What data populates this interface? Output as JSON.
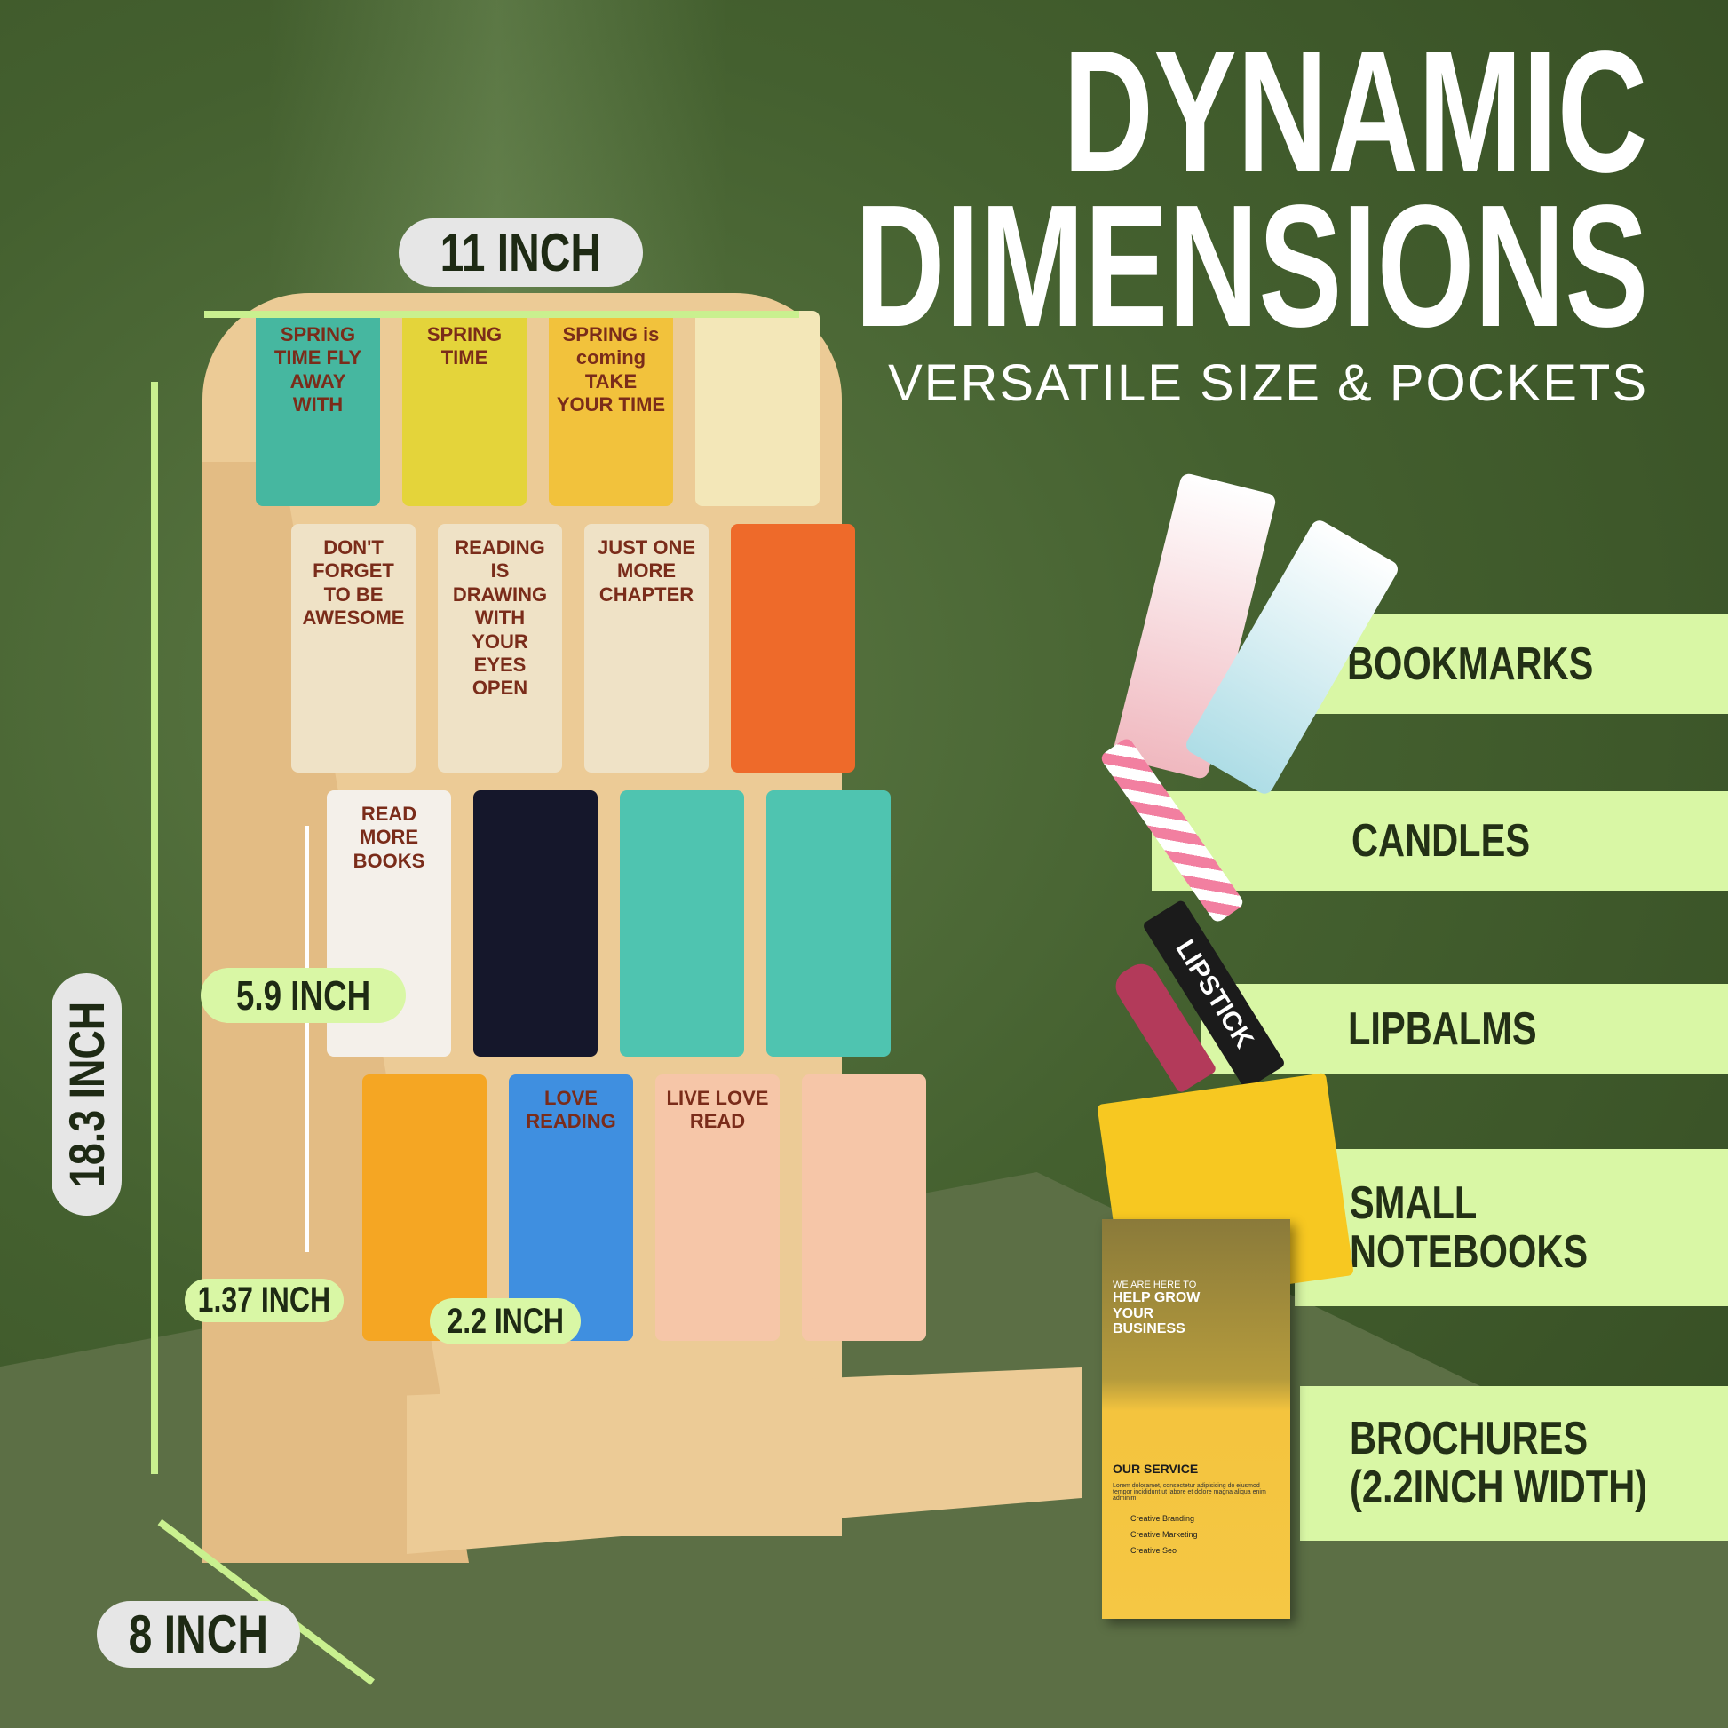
{
  "headline": {
    "line1": "DYNAMIC",
    "line2": "DIMENSIONS",
    "subtitle": "VERSATILE SIZE & POCKETS"
  },
  "dimensions": {
    "width": "11 INCH",
    "height": "18.3 INCH",
    "pocket_height": "5.9 INCH",
    "pocket_depth": "1.37 INCH",
    "pocket_width": "2.2 INCH",
    "depth": "8 INCH"
  },
  "uses": [
    {
      "label": "BOOKMARKS"
    },
    {
      "label": "CANDLES"
    },
    {
      "label": "LIPBALMS"
    },
    {
      "label": "SMALL NOTEBOOKS"
    },
    {
      "label": "BROCHURES (2.2INCH WIDTH)"
    }
  ],
  "lipstick_label": "LIPSTICK",
  "bookmarks": [
    {
      "text": "SPRING TIME FLY AWAY WITH",
      "color": "#46b7a0"
    },
    {
      "text": "SPRING TIME",
      "color": "#e4d43a"
    },
    {
      "text": "SPRING is coming TAKE YOUR TIME",
      "color": "#f2c23c"
    },
    {
      "text": "",
      "color": "#f3e7b8"
    },
    {
      "text": "DON'T FORGET TO BE AWESOME",
      "color": "#efe2c6"
    },
    {
      "text": "READING IS DRAWING WITH YOUR EYES OPEN",
      "color": "#efe2c6"
    },
    {
      "text": "JUST ONE MORE CHAPTER",
      "color": "#efe2c6"
    },
    {
      "text": "",
      "color": "#ee6a2a"
    },
    {
      "text": "READ MORE BOOKS",
      "color": "#f4f0ea"
    },
    {
      "text": "",
      "color": "#15172b"
    },
    {
      "text": "",
      "color": "#4fc4b0"
    },
    {
      "text": "",
      "color": "#4fc4b0"
    },
    {
      "text": "",
      "color": "#f5a623"
    },
    {
      "text": "LOVE READING",
      "color": "#3f8fe0"
    },
    {
      "text": "LIVE LOVE READ",
      "color": "#f6c6a8"
    },
    {
      "text": "",
      "color": "#f6c6a8"
    }
  ],
  "brochure": {
    "kicker": "WE ARE HERE TO",
    "headline": "HELP GROW YOUR BUSINESS",
    "section": "OUR SERVICE",
    "body": "Lorem doloramet, consectetur adipisicing do eiusmod tempor incididunt ut labore et dolore magna aliqua enim adminim",
    "services": [
      "Creative Branding",
      "Creative Marketing",
      "Creative Seo"
    ]
  },
  "colors": {
    "accent": "#d9f7a5",
    "background": "#3b5326",
    "wood": "#ecc894"
  }
}
